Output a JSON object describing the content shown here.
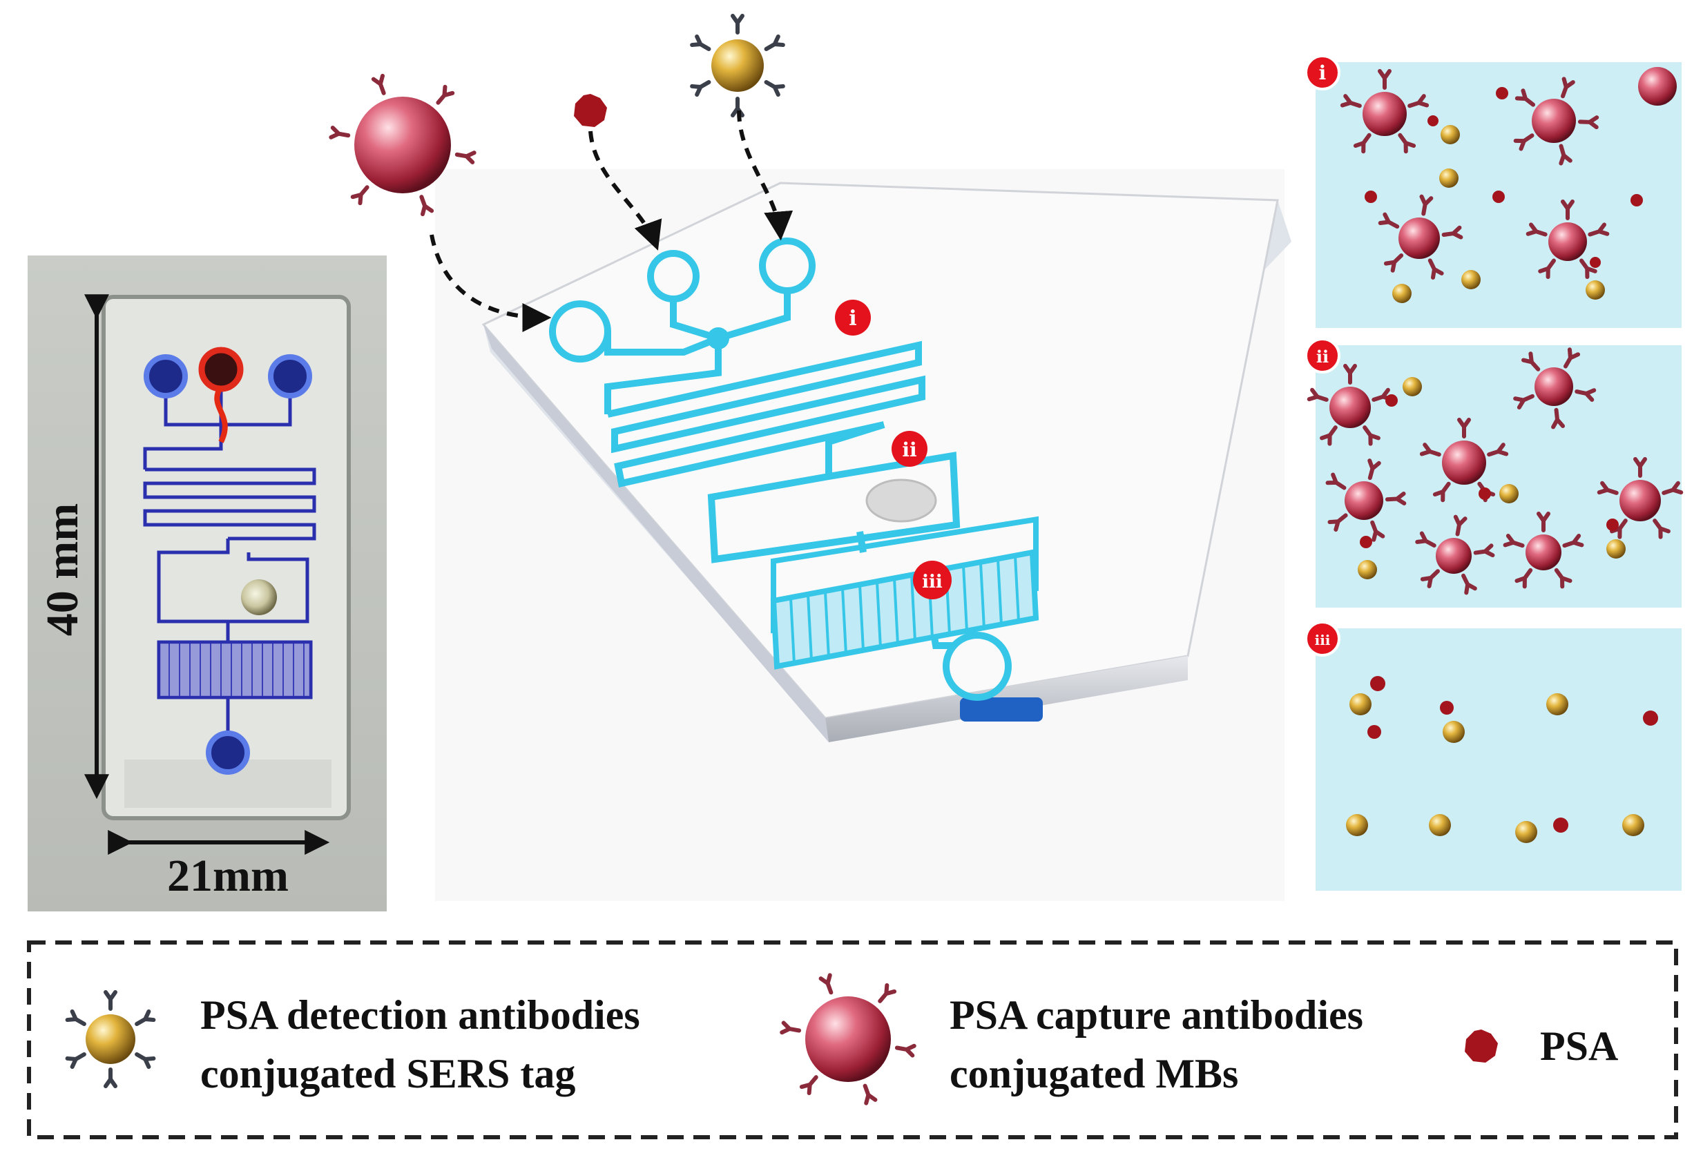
{
  "photo": {
    "height_label": "40 mm",
    "width_label": "21mm"
  },
  "chip": {
    "region_badges": [
      "i",
      "ii",
      "iii"
    ]
  },
  "panels": [
    {
      "badge": "i"
    },
    {
      "badge": "ii"
    },
    {
      "badge": "iii"
    }
  ],
  "legend": {
    "items": [
      {
        "line1": "PSA detection antibodies",
        "line2": "conjugated SERS tag"
      },
      {
        "line1": "PSA capture antibodies",
        "line2": "conjugated MBs"
      },
      {
        "line1": "PSA"
      }
    ]
  },
  "colors": {
    "channel": "#35c6e8",
    "photo_channel": "#2a2fae",
    "bead": "#b8304a",
    "psa": "#a3141c",
    "sers_gold": "#c89a2a",
    "badge": "#e3121c",
    "panel_bg": "#cdeef5"
  }
}
